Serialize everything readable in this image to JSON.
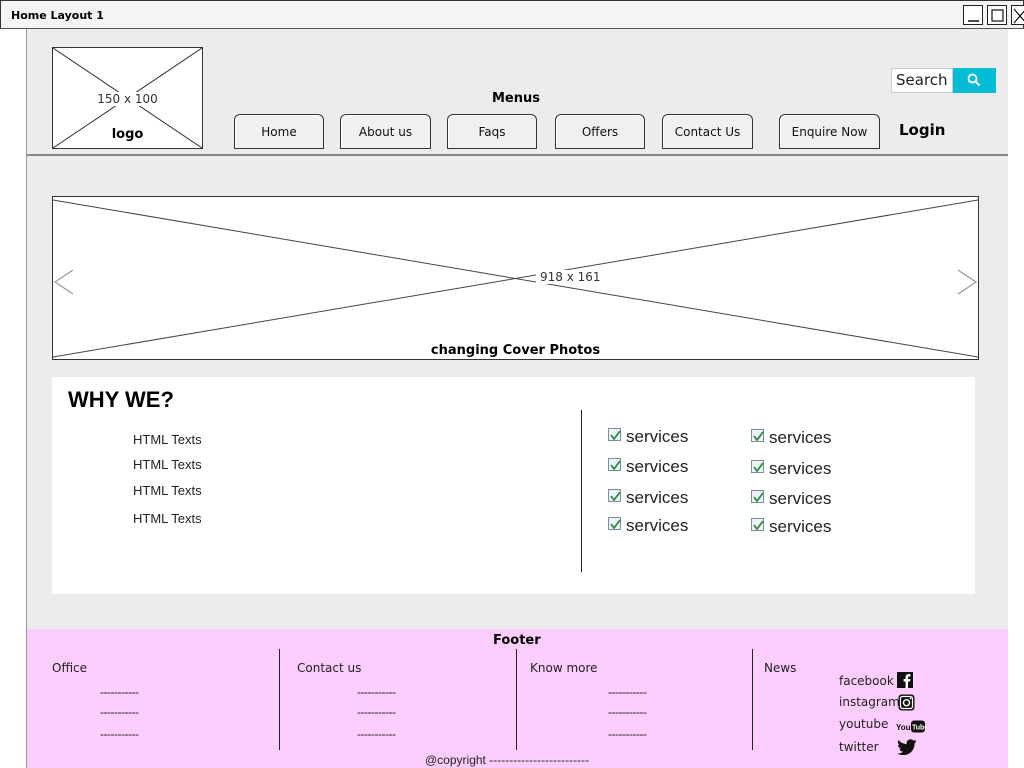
{
  "window": {
    "title": "Home Layout 1"
  },
  "header": {
    "logo": {
      "size_label": "150 x 100",
      "label": "logo"
    },
    "menus_label": "Menus",
    "nav": [
      "Home",
      "About us",
      "Faqs",
      "Offers",
      "Contact Us",
      "Enquire Now"
    ],
    "login_label": "Login",
    "search": {
      "label": "Search",
      "icon": "search-icon",
      "color": "#00bcd4"
    }
  },
  "cover": {
    "size_label": "918 x 161",
    "caption": "changing Cover Photos"
  },
  "why": {
    "title": "WHY WE?",
    "texts": [
      "HTML Texts",
      "HTML Texts",
      "HTML Texts",
      "HTML Texts"
    ],
    "services_left": [
      "services",
      "services",
      "services",
      "services"
    ],
    "services_right": [
      "services",
      "services",
      "services",
      "services"
    ]
  },
  "footer": {
    "title": "Footer",
    "background": "#fdcdfd",
    "columns": [
      {
        "title": "Office",
        "lines": [
          "-----------",
          "-----------",
          "-----------"
        ]
      },
      {
        "title": "Contact us",
        "lines": [
          "-----------",
          "-----------",
          "-----------"
        ]
      },
      {
        "title": "Know more",
        "lines": [
          "-----------",
          "-----------",
          "-----------"
        ]
      },
      {
        "title": "News"
      }
    ],
    "social": [
      {
        "label": "facebook",
        "icon": "facebook-icon"
      },
      {
        "label": "instagram",
        "icon": "instagram-icon"
      },
      {
        "label": "youtube",
        "icon": "youtube-icon"
      },
      {
        "label": "twitter",
        "icon": "twitter-icon"
      }
    ],
    "copyright": "@copyright -------------------------"
  }
}
